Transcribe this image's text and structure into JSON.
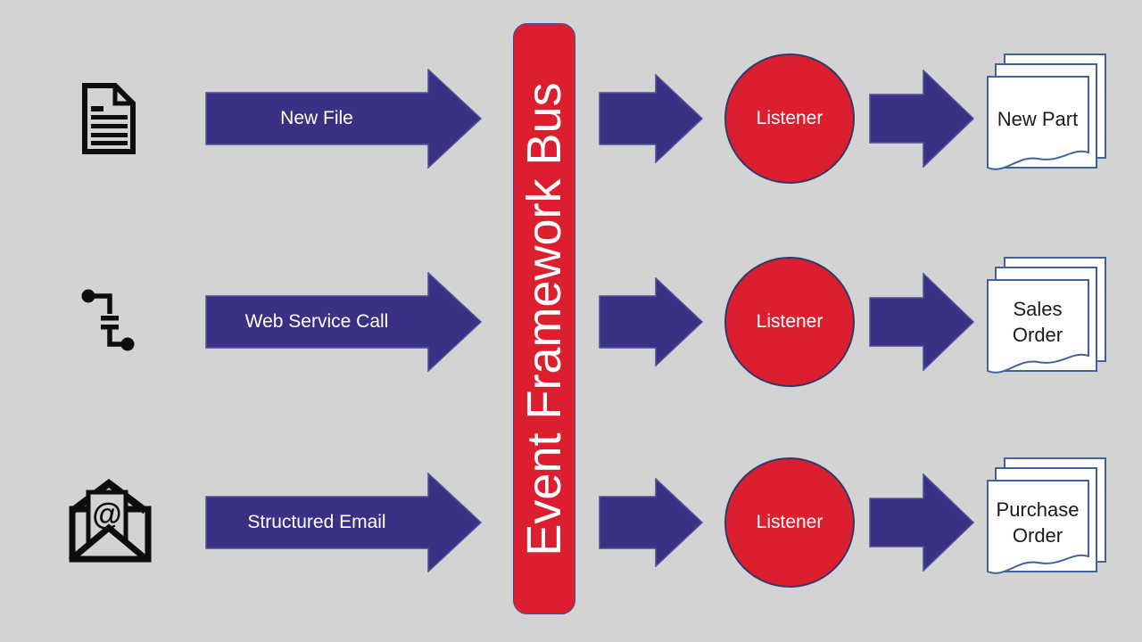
{
  "colors": {
    "canvas_bg": "#d3d3d3",
    "arrow_fill": "#3a3184",
    "arrow_stroke": "#4a5398",
    "bus_fill": "#dc1f2e",
    "bus_stroke": "#3b4a92",
    "listener_fill": "#dc1f2e",
    "listener_stroke": "#2f3a6a",
    "doc_fill": "#ffffff",
    "doc_stroke": "#41619d",
    "icon_color": "#0d0d0d",
    "label_on_dark": "#ffffff",
    "label_on_light": "#1a1a1a"
  },
  "bus": {
    "label": "Event Framework Bus"
  },
  "rows": [
    {
      "source_icon": "document-icon",
      "input_label": "New File",
      "listener_label": "Listener",
      "output_label": "New Part"
    },
    {
      "source_icon": "web-service-icon",
      "input_label": "Web Service Call",
      "listener_label": "Listener",
      "output_label": "Sales Order"
    },
    {
      "source_icon": "structured-email-icon",
      "input_label": "Structured Email",
      "listener_label": "Listener",
      "output_label": "Purchase Order"
    }
  ]
}
